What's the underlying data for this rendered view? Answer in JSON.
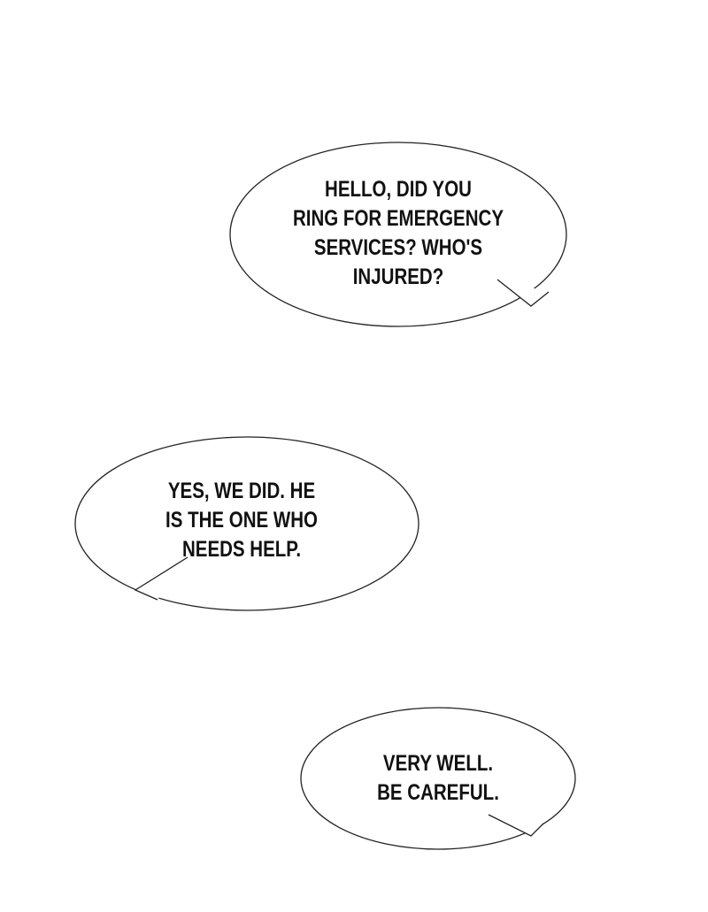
{
  "bubbles": [
    {
      "lines": [
        "HELLO, DID YOU",
        "RING FOR EMERGENCY",
        "SERVICES? WHO'S",
        "INJURED?"
      ]
    },
    {
      "lines": [
        "YES, WE DID. HE",
        "IS THE ONE WHO",
        "NEEDS HELP."
      ]
    },
    {
      "lines": [
        "VERY WELL.",
        "BE CAREFUL."
      ]
    }
  ],
  "colors": {
    "stroke": "#222222",
    "fill": "#ffffff",
    "text": "#111111"
  }
}
